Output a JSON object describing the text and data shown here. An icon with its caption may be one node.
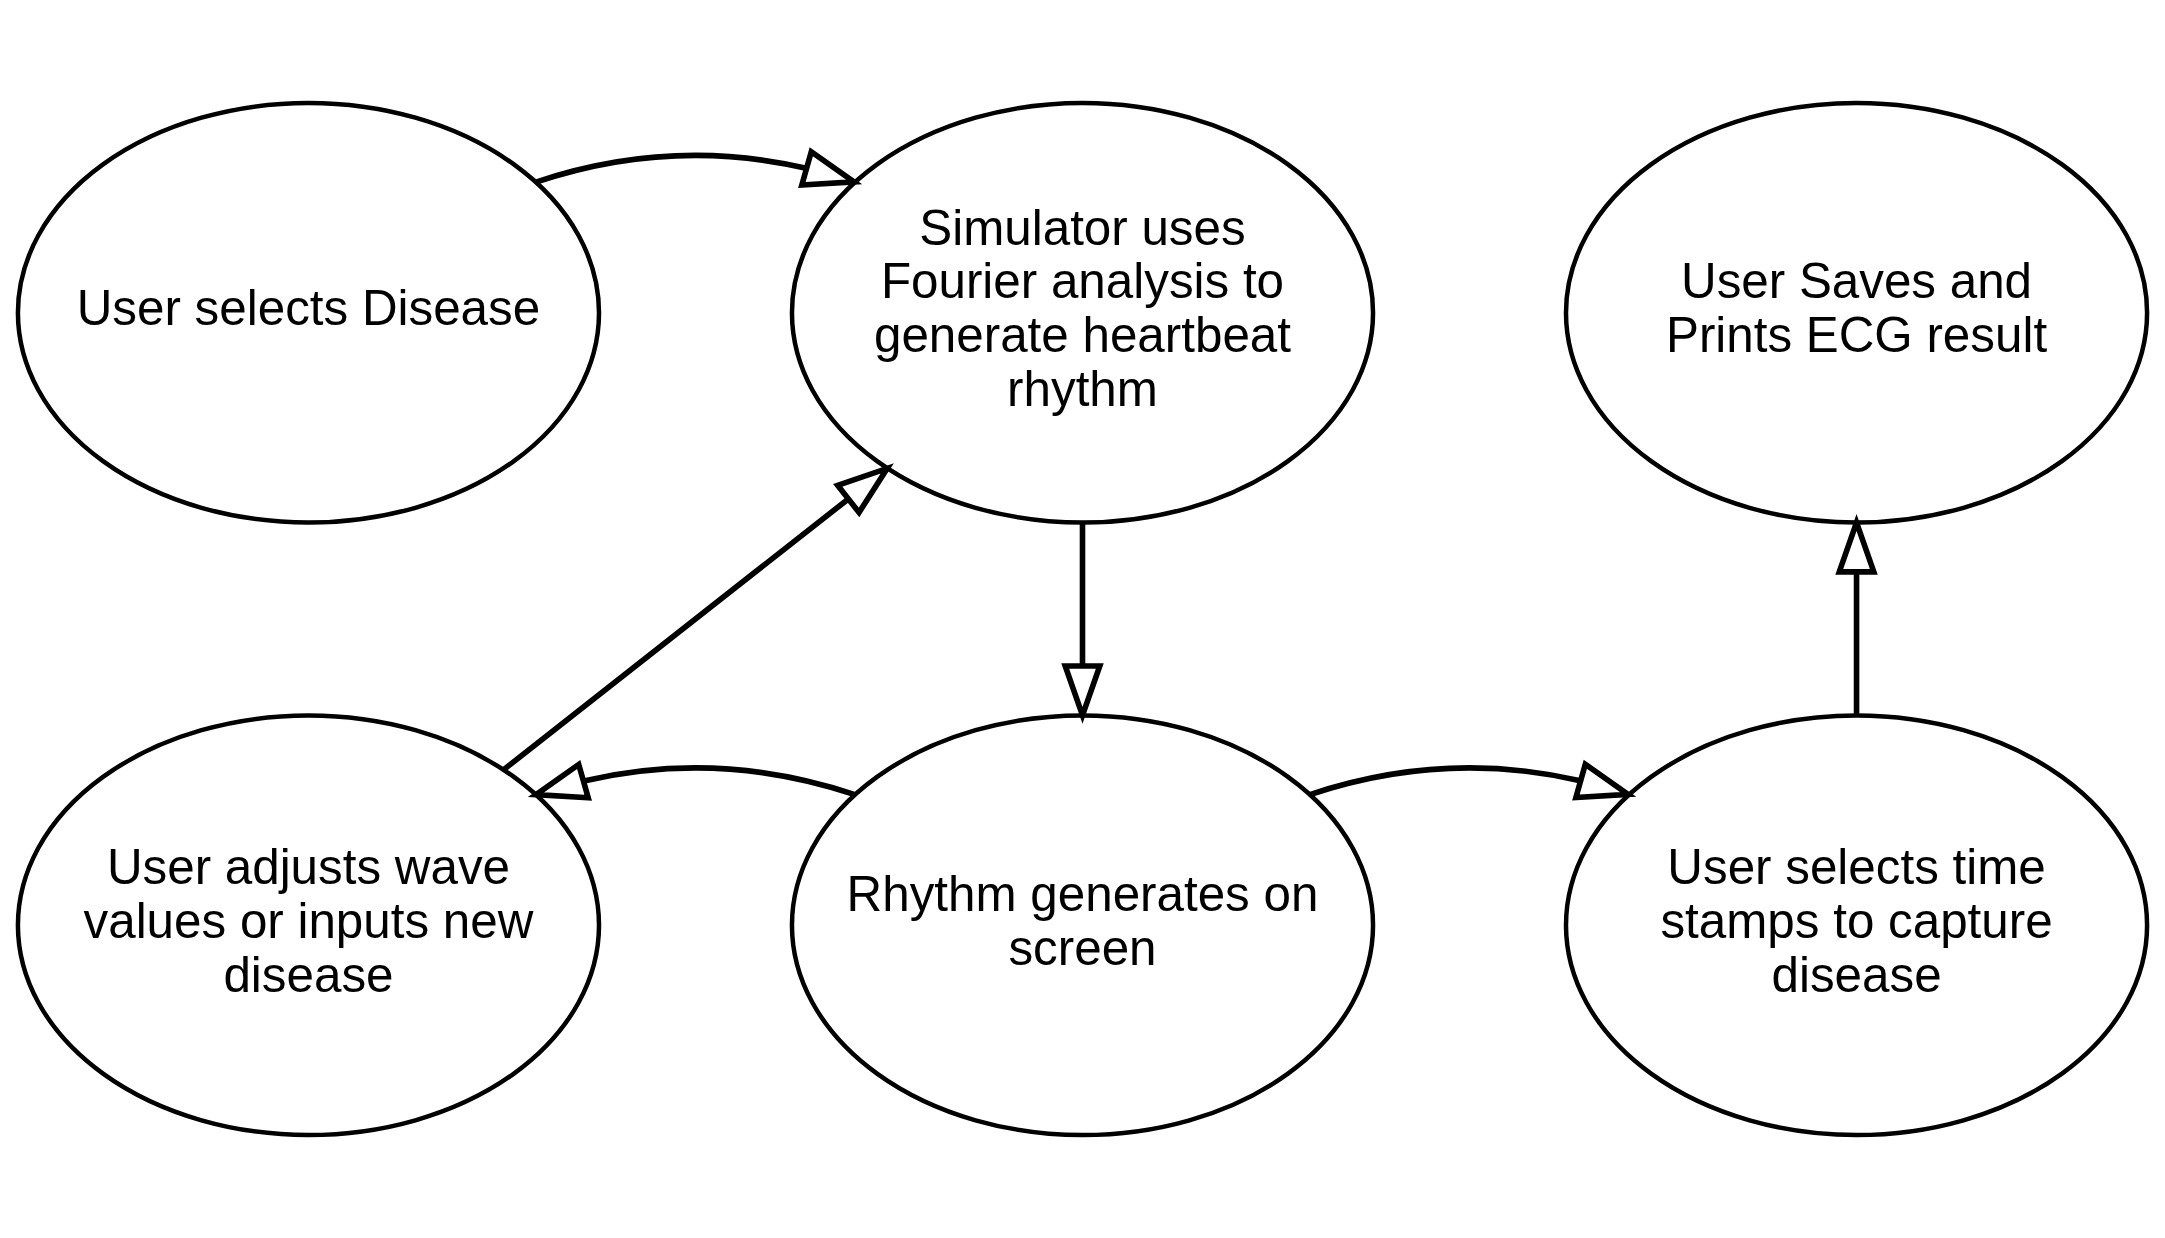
{
  "diagram": {
    "nodes": [
      {
        "text": [
          "User selects Disease"
        ]
      },
      {
        "text": [
          "Simulator uses Fourier analysis to generate heartbeat rhythm"
        ]
      },
      {
        "text": [
          "User Saves and Prints ECG result"
        ]
      },
      {
        "text": [
          "User adjusts wave values or inputs new disease"
        ]
      },
      {
        "text": [
          "Rhythm generates on screen"
        ]
      },
      {
        "text": [
          "User selects time stamps to capture disease"
        ]
      }
    ],
    "edges": [
      {
        "from": 0,
        "to": 1,
        "arrow": "to"
      },
      {
        "from": 3,
        "to": 1,
        "arrow": "to"
      },
      {
        "from": 1,
        "to": 4,
        "arrow": "to"
      },
      {
        "from": 4,
        "to": 3,
        "arrow": "to"
      },
      {
        "from": 4,
        "to": 5,
        "arrow": "to"
      },
      {
        "from": 5,
        "to": 2,
        "arrow": "to"
      }
    ]
  }
}
